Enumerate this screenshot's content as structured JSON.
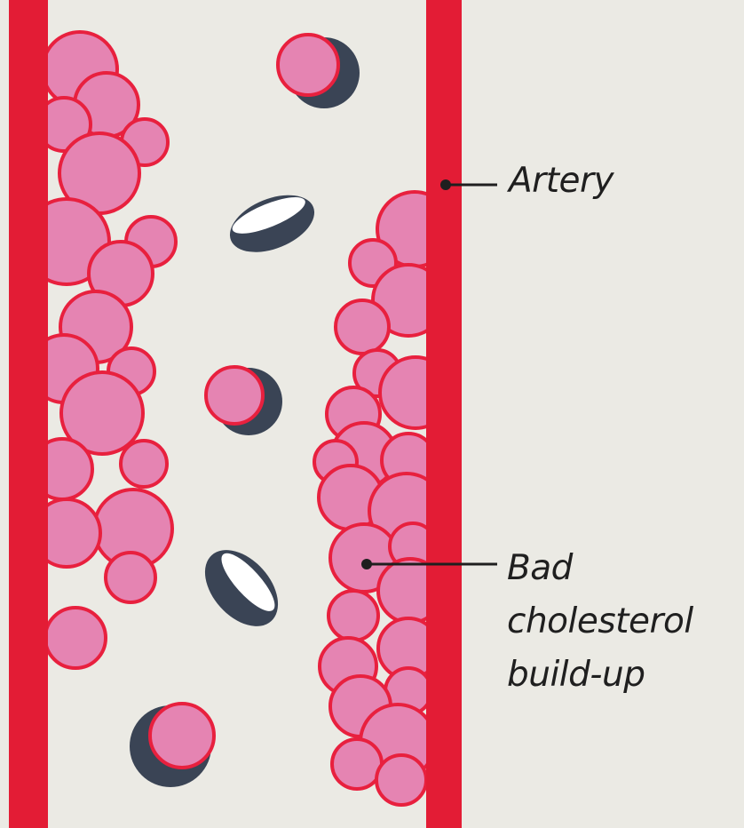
{
  "labels": {
    "artery": "Artery",
    "plaque": [
      "Bad",
      "cholesterol",
      "build-up"
    ]
  },
  "colors": {
    "background": "#ebeae4",
    "artery_wall": "#e31c35",
    "plaque_fill": "#e584b2",
    "plaque_outline": "#e8203e",
    "cell_dark": "#3a4455",
    "cell_light": "#ffffff",
    "leader_line": "#1f1f1f"
  },
  "icons": [
    "red-blood-cell-icon",
    "ldl-particle-icon"
  ]
}
